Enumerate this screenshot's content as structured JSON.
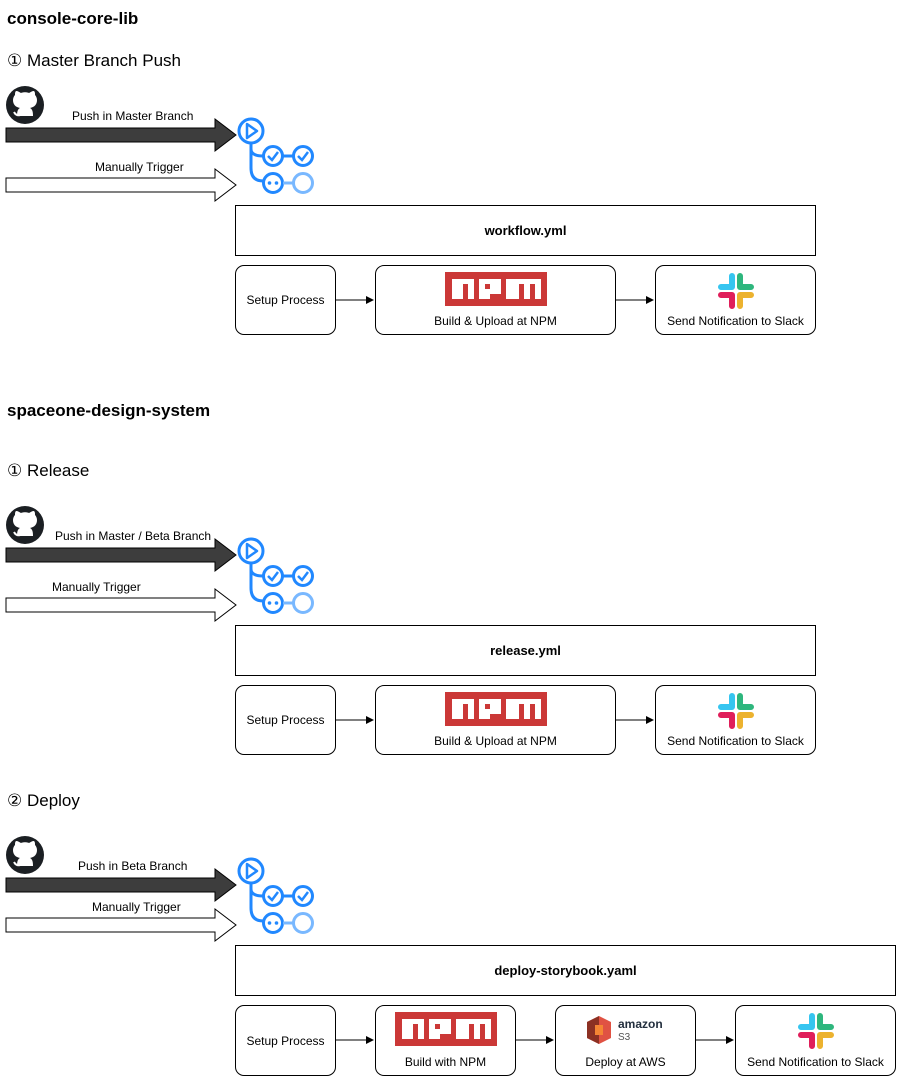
{
  "sections": [
    {
      "title": "console-core-lib",
      "flows": [
        {
          "subtitle": "① Master Branch Push",
          "push_label": "Push in Master Branch",
          "manual_label": "Manually Trigger",
          "workflow_file": "workflow.yml",
          "steps": [
            {
              "label": "Setup Process",
              "icon": "none"
            },
            {
              "label": "Build & Upload at NPM",
              "icon": "npm-icon"
            },
            {
              "label": "Send Notification to Slack",
              "icon": "slack-icon"
            }
          ]
        }
      ]
    },
    {
      "title": "spaceone-design-system",
      "flows": [
        {
          "subtitle": "① Release",
          "push_label": "Push in Master / Beta Branch",
          "manual_label": "Manually Trigger",
          "workflow_file": "release.yml",
          "steps": [
            {
              "label": "Setup Process",
              "icon": "none"
            },
            {
              "label": "Build & Upload at NPM",
              "icon": "npm-icon"
            },
            {
              "label": "Send Notification to Slack",
              "icon": "slack-icon"
            }
          ]
        },
        {
          "subtitle": "② Deploy",
          "push_label": "Push in Beta Branch",
          "manual_label": "Manually Trigger",
          "workflow_file": "deploy-storybook.yaml",
          "steps": [
            {
              "label": "Setup Process",
              "icon": "none"
            },
            {
              "label": "Build with NPM",
              "icon": "npm-icon"
            },
            {
              "label": "Deploy at AWS",
              "icon": "aws-s3-icon",
              "logo_text": "amazon",
              "logo_subtext": "S3"
            },
            {
              "label": "Send Notification to Slack",
              "icon": "slack-icon"
            }
          ]
        }
      ]
    }
  ],
  "colors": {
    "npm_red": "#cb3837",
    "actions_blue": "#2188ff",
    "github_black": "#1b1f23",
    "push_arrow": "#3d3d3d",
    "s3_red": "#e05243",
    "slack_blue": "#36c5f0",
    "slack_green": "#2eb67d",
    "slack_yellow": "#ecb22e",
    "slack_red": "#e01e5a"
  }
}
